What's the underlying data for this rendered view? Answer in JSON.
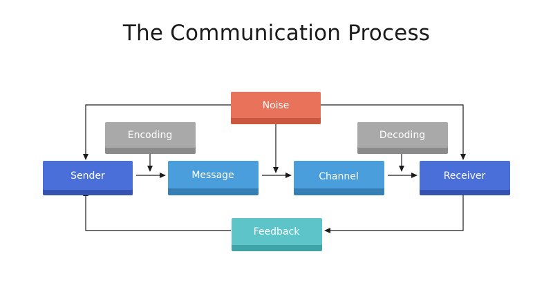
{
  "title": "The Communication Process",
  "nodes": {
    "noise": {
      "label": "Noise",
      "color": "#E8735A",
      "shade": "#C9583F"
    },
    "encoding": {
      "label": "Encoding",
      "color": "#A9A9A9",
      "shade": "#8A8A8A"
    },
    "decoding": {
      "label": "Decoding",
      "color": "#A9A9A9",
      "shade": "#8A8A8A"
    },
    "sender": {
      "label": "Sender",
      "color": "#4A6FD8",
      "shade": "#3553B0"
    },
    "message": {
      "label": "Message",
      "color": "#4A9EDB",
      "shade": "#357FB5"
    },
    "channel": {
      "label": "Channel",
      "color": "#4A9EDB",
      "shade": "#357FB5"
    },
    "receiver": {
      "label": "Receiver",
      "color": "#4A6FD8",
      "shade": "#3553B0"
    },
    "feedback": {
      "label": "Feedback",
      "color": "#5DC5C9",
      "shade": "#3FA3A7"
    }
  }
}
